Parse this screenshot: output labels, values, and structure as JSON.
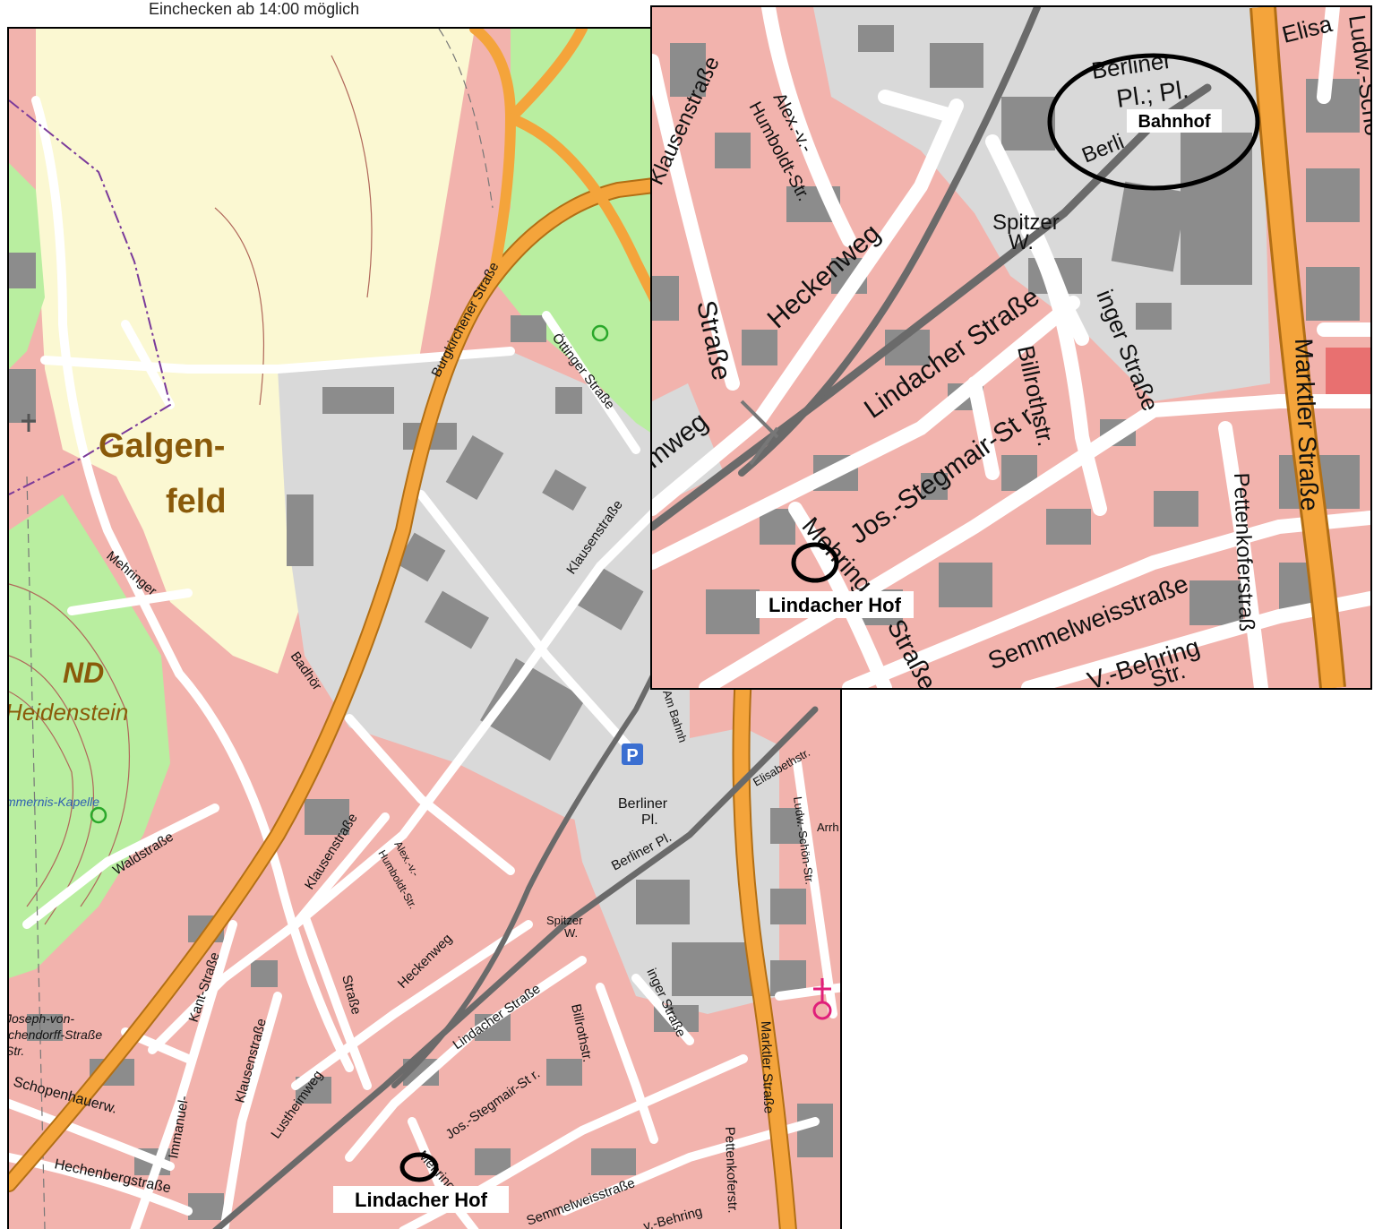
{
  "caption": "Einchecken ab 14:00 möglich",
  "main_map": {
    "area_label_line1": "Galgen-",
    "area_label_line2": "feld",
    "nd_label": "ND",
    "heidenstein": "Heidenstein",
    "kapelle": "mmernis-Kapelle",
    "parking_symbol": "P",
    "streets": {
      "burgkirchener": "Burgkirchener Straße",
      "oettinger": "Öttinger Straße",
      "klausen_1": "Klausenstraße",
      "klausen_2": "Klausenstraße",
      "klausen_3": "Klausenstraße",
      "mehringer": "Mehringer",
      "badhoer": "Badhör",
      "waldstrasse": "Waldstraße",
      "alex": "Alex.-v.-",
      "humboldt": "Humboldt-Str.",
      "heckenweg": "Heckenweg",
      "strasse": "Straße",
      "kant": "Kant-Straße",
      "lustheimweg": "Lustheimweg",
      "immanuel": "Immanuel-",
      "joseph1": "Joseph-von-",
      "joseph2": "ichendorff-Straße",
      "str_short": "Str.",
      "schopenhauer": "Schopenhauerw.",
      "hechenberg": "Hechenbergstraße",
      "lindacher": "Lindacher Straße",
      "billroth": "Billrothstr.",
      "inger": "inger Straße",
      "stegmair": "Jos.-Stegmair-St r.",
      "mehring": "Mehring",
      "semmelweiss": "Semmelweisstraße",
      "pettenkofer": "Pettenkoferstr.",
      "behring": "v.-Behring",
      "marktler": "Marktler Straße",
      "spitzer1": "Spitzer",
      "spitzer2": "W.",
      "berliner1": "Berliner",
      "berliner2": "Pl.",
      "berliner3": "Berliner Pl.",
      "am_bahnhof": "Am Bahnh",
      "elisabeth": "Elisabethstr.",
      "ludw": "Ludw.-Schön-Str.",
      "arrh": "Arrh"
    },
    "marker_label": "Lindacher Hof"
  },
  "inset_map": {
    "bahnhof_label": "Bahnhof",
    "marker_label": "Lindacher Hof",
    "streets": {
      "klausen": "Klausenstraße",
      "alex": "Alex.-v.-",
      "humboldt": "Humboldt-Str.",
      "heckenweg": "Heckenweg",
      "strasse": "Straße",
      "heimweg": "imweg",
      "lindacher": "Lindacher Straße",
      "billroth": "Billrothstr.",
      "inger": "inger Straße",
      "stegmair": "Jos.-Stegmair-St r.",
      "mehring": "Mehring",
      "strasse2": "Straße",
      "semmelweiss": "Semmelweisstraße",
      "pettenkofer": "Pettenkoferstraß",
      "behring": "V.-Behring",
      "behring2": "Str.",
      "marktler": "Marktler Straße",
      "spitzer1": "Spitzer",
      "spitzer2": "W.",
      "berliner1": "Berliner",
      "berliner2": "Pl.; Pl.",
      "berli": "Berli",
      "elisa": "Elisa",
      "ludw": "Ludw.-Schö"
    }
  },
  "colors": {
    "residential": "#f2b3ad",
    "industrial": "#d9d9d9",
    "buildings": "#8c8c8c",
    "forest": "#b9eea0",
    "field": "#fbf8d2",
    "main_road": "#f4a43b",
    "railway": "#707070",
    "area_label": "#8a5a0a",
    "parking": "#3b6fd1"
  }
}
